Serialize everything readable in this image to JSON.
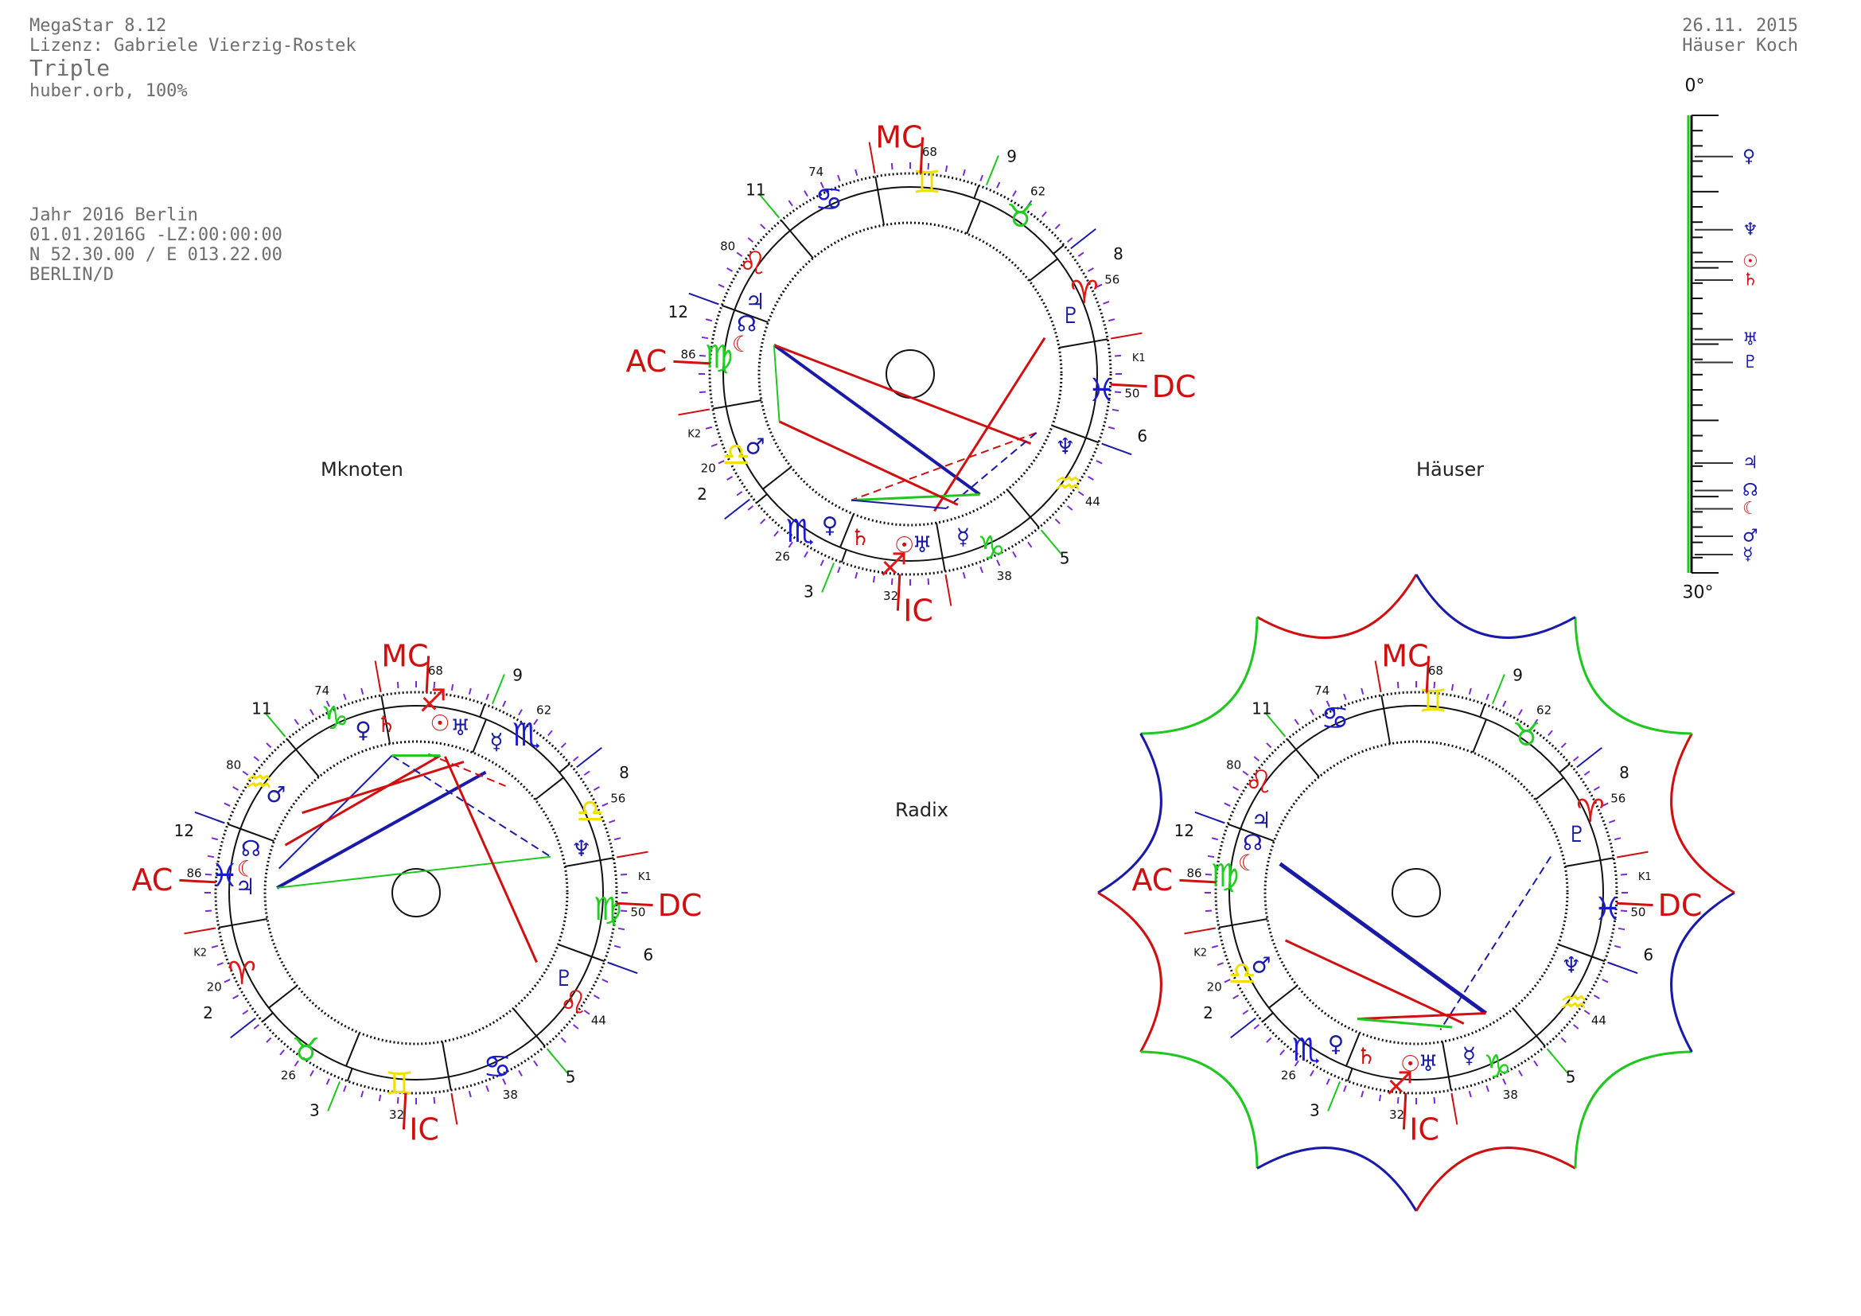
{
  "header": {
    "app": "MegaStar 8.12",
    "license": "Lizenz: Gabriele Vierzig-Rostek",
    "chart_type": "Triple",
    "orb": "huber.orb, 100%",
    "date": "26.11. 2015",
    "house_system": "Häuser Koch"
  },
  "event": {
    "name": "Jahr 2016 Berlin",
    "datetime": "01.01.2016G -LZ:00:00:00",
    "coords": "N 52.30.00 / E 013.22.00",
    "place": "BERLIN/D"
  },
  "labels": {
    "mknoten": "Mknoten",
    "haeuser": "Häuser",
    "radix": "Radix"
  },
  "angles": {
    "mc": "MC",
    "ic": "IC",
    "ac": "AC",
    "dc": "DC"
  },
  "house_numbers": [
    "2",
    "3",
    "5",
    "6",
    "8",
    "9",
    "11",
    "12"
  ],
  "degree_marks": [
    "68",
    "62",
    "56",
    "50",
    "44",
    "38",
    "32",
    "26",
    "20",
    "86",
    "80",
    "74"
  ],
  "k_marks": [
    "K1",
    "K2"
  ],
  "scale": {
    "top": "0°",
    "bottom": "30°",
    "planets": [
      {
        "symbol": "♀",
        "color": "#1a1aa8",
        "level": 0.09
      },
      {
        "symbol": "♆",
        "color": "#1a1aa8",
        "level": 0.25
      },
      {
        "symbol": "☉",
        "color": "#d01010",
        "level": 0.32
      },
      {
        "symbol": "♄",
        "color": "#d01010",
        "level": 0.36
      },
      {
        "symbol": "♅",
        "color": "#1a1aa8",
        "level": 0.49
      },
      {
        "symbol": "♇",
        "color": "#1a1aa8",
        "level": 0.54
      },
      {
        "symbol": "♃",
        "color": "#1a1aa8",
        "level": 0.76
      },
      {
        "symbol": "☊",
        "color": "#1a1aa8",
        "level": 0.82
      },
      {
        "symbol": "☾",
        "color": "#d01010",
        "level": 0.86
      },
      {
        "symbol": "♂",
        "color": "#1a1aa8",
        "level": 0.92
      },
      {
        "symbol": "☿",
        "color": "#1a1aa8",
        "level": 0.96
      }
    ]
  },
  "colors": {
    "fire": "#e01515",
    "earth": "#1ed01e",
    "air": "#f0e000",
    "water": "#1a1ad0",
    "red": "#d01010",
    "blue": "#1a1aa8",
    "green": "#1ec81e"
  },
  "zodiac_icons": [
    "aries-icon",
    "taurus-icon",
    "gemini-icon",
    "cancer-icon",
    "leo-icon",
    "virgo-icon",
    "libra-icon",
    "scorpio-icon",
    "sagittarius-icon",
    "capricorn-icon",
    "aquarius-icon",
    "pisces-icon"
  ]
}
